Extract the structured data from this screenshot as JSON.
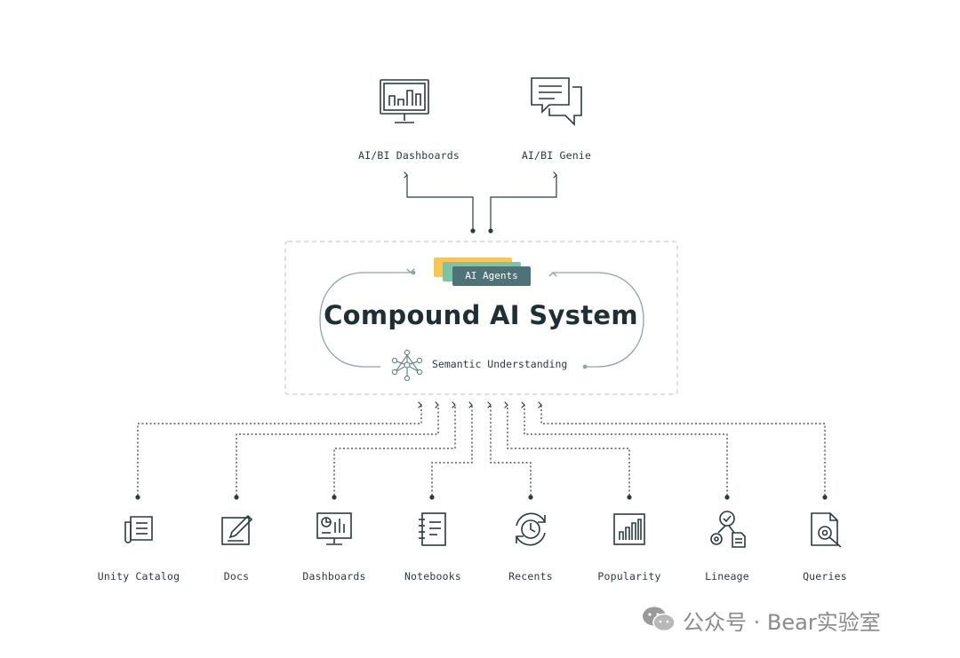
{
  "outputs": [
    {
      "label": "AI/BI Dashboards",
      "icon": "monitor-chart-icon"
    },
    {
      "label": "AI/BI Genie",
      "icon": "chat-bubbles-icon"
    }
  ],
  "core": {
    "badge": "AI Agents",
    "title": "Compound AI System",
    "subtitle": "Semantic Understanding",
    "subtitle_icon": "network-nodes-icon"
  },
  "sources": [
    {
      "label": "Unity Catalog",
      "icon": "catalog-icon"
    },
    {
      "label": "Docs",
      "icon": "doc-edit-icon"
    },
    {
      "label": "Dashboards",
      "icon": "dashboard-monitor-icon"
    },
    {
      "label": "Notebooks",
      "icon": "notebook-icon"
    },
    {
      "label": "Recents",
      "icon": "clock-refresh-icon"
    },
    {
      "label": "Popularity",
      "icon": "bar-chart-icon"
    },
    {
      "label": "Lineage",
      "icon": "lineage-icon"
    },
    {
      "label": "Queries",
      "icon": "query-search-icon"
    }
  ],
  "watermark": {
    "text": "公众号 · Bear实验室",
    "icon": "wechat-icon"
  },
  "colors": {
    "line": "#2b3a3f",
    "dashed_box": "#cfd6d8",
    "loop": "#8fa3a7",
    "agents_front": "#4f7178",
    "agents_mid": "#7dc4a6",
    "agents_back": "#f7c65b"
  }
}
